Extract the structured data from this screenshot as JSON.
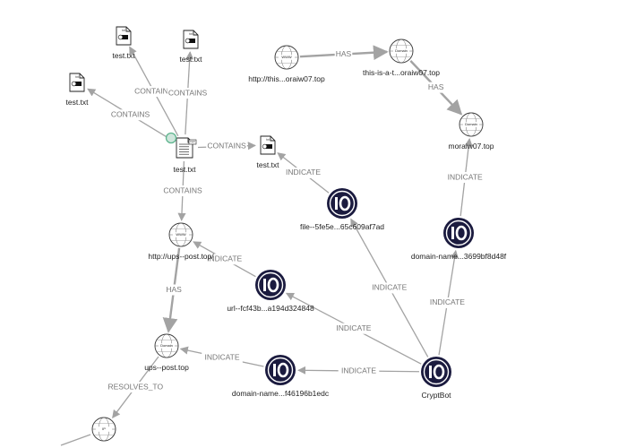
{
  "nodes": [
    {
      "id": "file1",
      "type": "file",
      "label": "test.txt",
      "icon_text": "txt"
    },
    {
      "id": "file2",
      "type": "file",
      "label": "test.txt",
      "icon_text": "txt"
    },
    {
      "id": "file3",
      "type": "file",
      "label": "test.txt",
      "icon_text": "txt"
    },
    {
      "id": "file_main",
      "type": "file-doc",
      "label": "test.txt",
      "icon_text": "TXT"
    },
    {
      "id": "file4",
      "type": "file",
      "label": "test.txt",
      "icon_text": "txt"
    },
    {
      "id": "url1",
      "type": "www",
      "label": "http://this...oraiw07.top",
      "icon_text": "WWW"
    },
    {
      "id": "dom1",
      "type": "domain",
      "label": "this-is-a-t...oraiw07.top",
      "icon_text": "Domain"
    },
    {
      "id": "dom2",
      "type": "domain",
      "label": "moraiw07.top",
      "icon_text": "Domain"
    },
    {
      "id": "ind1",
      "type": "indicator",
      "label": "file--5fe5e...65c609af7ad",
      "icon_text": "IO"
    },
    {
      "id": "ind2",
      "type": "indicator",
      "label": "domain-name...3699bf8d48f",
      "icon_text": "IO"
    },
    {
      "id": "url2",
      "type": "www",
      "label": "http://ups--post.top/",
      "icon_text": "WWW"
    },
    {
      "id": "ind3",
      "type": "indicator",
      "label": "url--fcf43b...a194d324848",
      "icon_text": "IO"
    },
    {
      "id": "dom3",
      "type": "domain",
      "label": "ups--post.top",
      "icon_text": "Domain"
    },
    {
      "id": "ind4",
      "type": "indicator",
      "label": "domain-name...f46196b1edc",
      "icon_text": "IO"
    },
    {
      "id": "crypt",
      "type": "indicator",
      "label": "CryptBot",
      "icon_text": "IO"
    },
    {
      "id": "ip1",
      "type": "ip",
      "label": "",
      "icon_text": "IP"
    }
  ],
  "edges": [
    {
      "from": "file_main",
      "to": "file1",
      "label": "CONTAINS"
    },
    {
      "from": "file_main",
      "to": "file2",
      "label": "CONTAINS"
    },
    {
      "from": "file_main",
      "to": "file3",
      "label": "CONTAINS"
    },
    {
      "from": "file_main",
      "to": "file4",
      "label": "CONTAINS"
    },
    {
      "from": "file_main",
      "to": "url2",
      "label": "CONTAINS"
    },
    {
      "from": "url1",
      "to": "dom1",
      "label": "HAS",
      "thick": true
    },
    {
      "from": "dom1",
      "to": "dom2",
      "label": "HAS",
      "thick": true
    },
    {
      "from": "ind1",
      "to": "file4",
      "label": "INDICATE"
    },
    {
      "from": "ind2",
      "to": "dom2",
      "label": "INDICATE"
    },
    {
      "from": "url2",
      "to": "dom3",
      "label": "HAS",
      "thick": true
    },
    {
      "from": "ind3",
      "to": "url2",
      "label": "INDICATE"
    },
    {
      "from": "ind4",
      "to": "dom3",
      "label": "INDICATE"
    },
    {
      "from": "dom3",
      "to": "ip1",
      "label": "RESOLVES_TO"
    },
    {
      "from": "crypt",
      "to": "ind1",
      "label": "INDICATE"
    },
    {
      "from": "crypt",
      "to": "ind2",
      "label": "INDICATE"
    },
    {
      "from": "crypt",
      "to": "ind3",
      "label": "INDICATE"
    },
    {
      "from": "crypt",
      "to": "ind4",
      "label": "INDICATE"
    }
  ],
  "colors": {
    "edge": "#a3a3a3",
    "edge_label": "#777777",
    "indicator_fill": "#1b1b3f",
    "selected_ring": "#5fb58f",
    "selected_fill": "#cfe6dc"
  }
}
